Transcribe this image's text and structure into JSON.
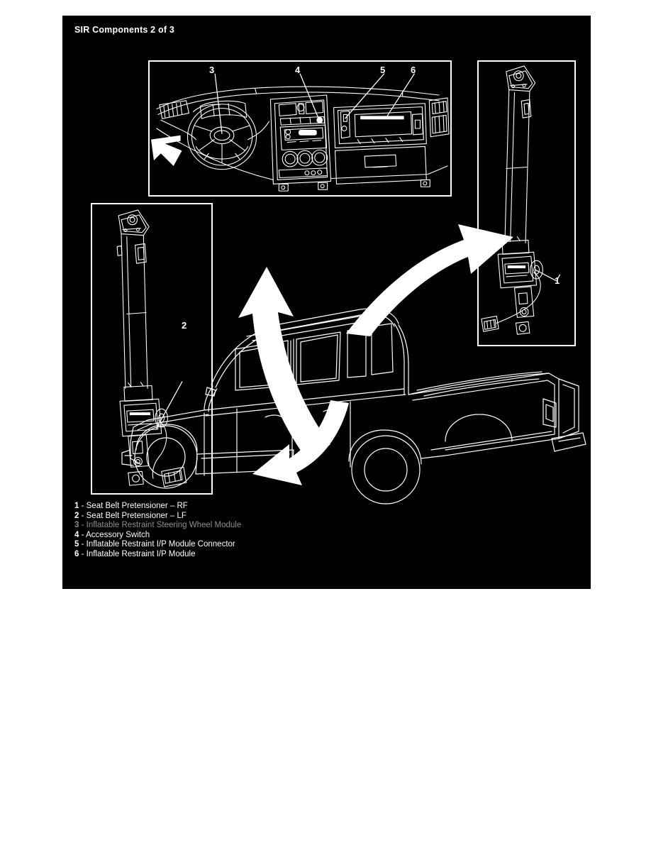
{
  "figure": {
    "title": "SIR Components 2 of 3",
    "background_color": "#000000",
    "line_color": "#ffffff",
    "page_background": "#ffffff"
  },
  "panels": [
    {
      "id": "dash",
      "name": "instrument-panel-view",
      "description": "Instrument panel and steering wheel assembly, driver and passenger side",
      "callouts": [
        "3",
        "4",
        "5",
        "6"
      ]
    },
    {
      "id": "rf",
      "name": "seat-belt-pretensioner-rf-view",
      "description": "Right front seat belt retractor with pretensioner and wiring connector",
      "callouts": [
        "1"
      ]
    },
    {
      "id": "lf",
      "name": "seat-belt-pretensioner-lf-view",
      "description": "Left front seat belt retractor with pretensioner and wiring connector",
      "callouts": [
        "2"
      ]
    }
  ],
  "vehicle": {
    "name": "pickup-truck-illustration",
    "description": "Crew cab pickup truck shown in rear three-quarter outline view"
  },
  "arrows": [
    {
      "name": "arrow-to-instrument-panel",
      "direction": "up-left"
    },
    {
      "name": "arrow-to-rf-pretensioner",
      "direction": "up-right"
    },
    {
      "name": "arrow-to-lf-pretensioner",
      "direction": "down-left"
    }
  ],
  "callouts": {
    "c1": "1",
    "c2": "2",
    "c3": "3",
    "c4": "4",
    "c5": "5",
    "c6": "6"
  },
  "legend": {
    "items": [
      {
        "num": "1",
        "sep": " - ",
        "text": "Seat Belt Pretensioner – RF",
        "dim": false
      },
      {
        "num": "2",
        "sep": " - ",
        "text": "Seat Belt Pretensioner – LF",
        "dim": false
      },
      {
        "num": "3",
        "sep": " - ",
        "text": "Inflatable Restraint Steering Wheel Module",
        "dim": true
      },
      {
        "num": "4",
        "sep": " - ",
        "text": "Accessory Switch",
        "dim": false
      },
      {
        "num": "5",
        "sep": " - ",
        "text": "Inflatable Restraint I/P Module Connector",
        "dim": false
      },
      {
        "num": "6",
        "sep": " - ",
        "text": "Inflatable Restraint I/P Module",
        "dim": false
      }
    ]
  }
}
